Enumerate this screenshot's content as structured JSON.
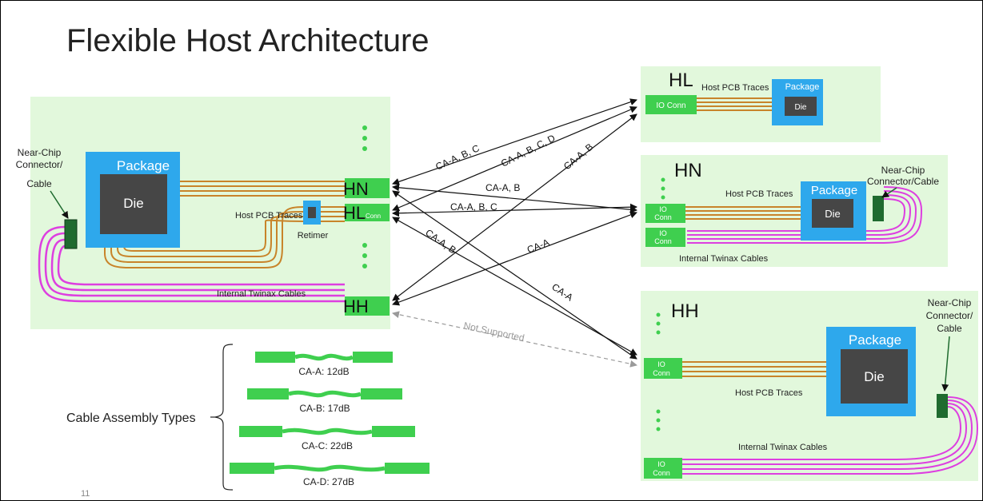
{
  "slide": {
    "title": "Flexible Host Architecture",
    "page_number": "11"
  },
  "host": {
    "package_label": "Package",
    "die_label": "Die",
    "near_chip_label": [
      "Near-Chip",
      "Connector/",
      "Cable"
    ],
    "hn_label": "HN",
    "hl_label": "HL",
    "hh_label": "HH",
    "conn_stub": "Conn",
    "pcb_traces_label": "Host PCB Traces",
    "retimer_label": "Retimer",
    "twinax_label": "Internal Twinax Cables"
  },
  "connections": {
    "labels": {
      "hn_to_hl": "CA-A, B, C",
      "hn_to_hn": "CA-A, B",
      "hn_to_hh": "CA-A, B",
      "hl_to_hl": "CA-A, B, C, D",
      "hl_to_hn": "CA-A, B, C",
      "hh_to_hl": "CA-A, B",
      "hh_to_hn": "CA-A",
      "hn_hl_to_hh": "CA-A",
      "not_supported": "Not Supported"
    }
  },
  "target_hl": {
    "label": "HL",
    "traces_label": "Host PCB Traces",
    "package_label": "Package",
    "die_label": "Die",
    "io_conn_label": "IO Conn"
  },
  "target_hn": {
    "label": "HN",
    "traces_label": "Host PCB Traces",
    "package_label": "Package",
    "die_label": "Die",
    "io_conn_label": [
      "IO",
      "Conn"
    ],
    "near_chip_label": [
      "Near-Chip",
      "Connector/Cable"
    ],
    "twinax_label": "Internal Twinax Cables"
  },
  "target_hh": {
    "label": "HH",
    "traces_label": "Host PCB Traces",
    "package_label": "Package",
    "die_label": "Die",
    "io_conn_label": [
      "IO",
      "Conn"
    ],
    "near_chip_label": [
      "Near-Chip",
      "Connector/",
      "Cable"
    ],
    "twinax_label": "Internal Twinax Cables"
  },
  "cable_types": {
    "title": "Cable Assembly Types",
    "items": [
      "CA-A: 12dB",
      "CA-B: 17dB",
      "CA-C: 22dB",
      "CA-D: 27dB"
    ]
  },
  "colors": {
    "board": "#e2f8dc",
    "connector": "#3fcf4f",
    "package": "#2ea8ec",
    "die": "#464646",
    "trace": "#c8842a",
    "twinax": "#dd3fe0",
    "near_chip": "#1f6b2f"
  }
}
